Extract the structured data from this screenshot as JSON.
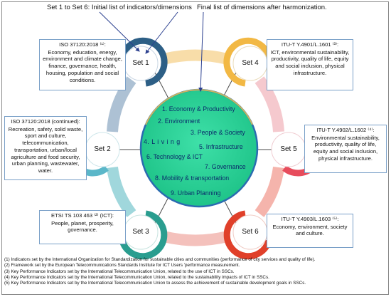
{
  "header": {
    "left_title": "Set 1 to Set 6: Initial list of indicators/dimensions",
    "right_title": "Final list of dimensions after harmonization."
  },
  "sets": [
    {
      "id": "set1",
      "label": "Set 1",
      "color": "#2d5f86"
    },
    {
      "id": "set2",
      "label": "Set 2",
      "color": "#5bb7c9"
    },
    {
      "id": "set3",
      "label": "Set 3",
      "color": "#2a9d8f"
    },
    {
      "id": "set4",
      "label": "Set 4",
      "color": "#f2b844"
    },
    {
      "id": "set5",
      "label": "Set 5",
      "color": "#e74c5c"
    },
    {
      "id": "set6",
      "label": "Set 6",
      "color": "#e0402a"
    }
  ],
  "boxes": {
    "box1": {
      "title": "ISO 37120:2018 ⁽¹⁾:",
      "body": "Economy, education, energy, environment and climate change, finance, governance, health, housing, population and social conditions."
    },
    "box2": {
      "title": "ISO 37120:2018 (continued):",
      "body": "Recreation, safety, solid waste, sport and culture, telecommunication, transportation, urban/local agriculture and food security, urban planning, wastewater, water."
    },
    "box3": {
      "title": "ETSI TS 103 463 ⁽²⁾ (ICT):",
      "body": "People, planet, prosperity, governance."
    },
    "box4": {
      "title": "ITU-T Y.4901/L.1601 ⁽³⁾:",
      "body": "ICT, environmental sustainability, productivity, quality of life, equity and social inclusion, physical infrastructure."
    },
    "box5": {
      "title": "ITU-T Y.4902/L.1602 ⁽⁴⁾:",
      "body": "Environmental sustainability, productivity, quality of life, equity and social inclusion, physical infrastructure."
    },
    "box6": {
      "title": "ITU-T Y.4903/L.1603 ⁽⁵⁾:",
      "body": "Economy, environment, society and culture."
    }
  },
  "dimensions": [
    "1. Economy & Productivity",
    "2. Environment",
    "3. People & Society",
    "4. L i v i n g",
    "5. Infrastructure",
    "6. Technology & ICT",
    "7. Governance",
    "8. Mobility & transportation",
    "9. Urban Planning"
  ],
  "footnotes": [
    "(1) Indicators set by the International Organization for Standardization for sustainable cities and communities (performance of city services and quality of life).",
    "(2) Framework set by the European Telecommunications Standards Institute for ICT Users 'performance measurement.",
    "(3) Key Performance Indicators set by the International Telecommunication Union, related to the use of ICT in SSCs.",
    "(4) Key Performance Indicators set by the International Telecommunication Union, related to the sustainability impacts of ICT in SSCs.",
    "(5) Key Performance Indicators set by the International Telecommunication Union to assess the achievement of sustainable development goals in SSCs."
  ],
  "colors": {
    "center_fill": "#2fd49a",
    "center_text": "#0b2a6b",
    "box_border": "#7aa0c8"
  }
}
